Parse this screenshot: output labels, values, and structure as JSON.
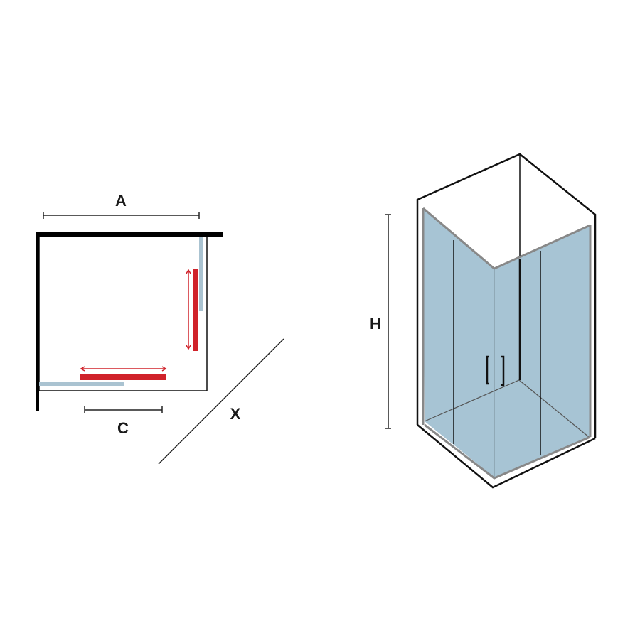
{
  "labels": {
    "width": "A",
    "door_opening": "C",
    "diagonal": "X",
    "height": "H"
  },
  "colors": {
    "glass": "#a7c4d4",
    "slide": "#d0222a",
    "fixed_panel": "#aac3d1",
    "wall": "#000000"
  }
}
